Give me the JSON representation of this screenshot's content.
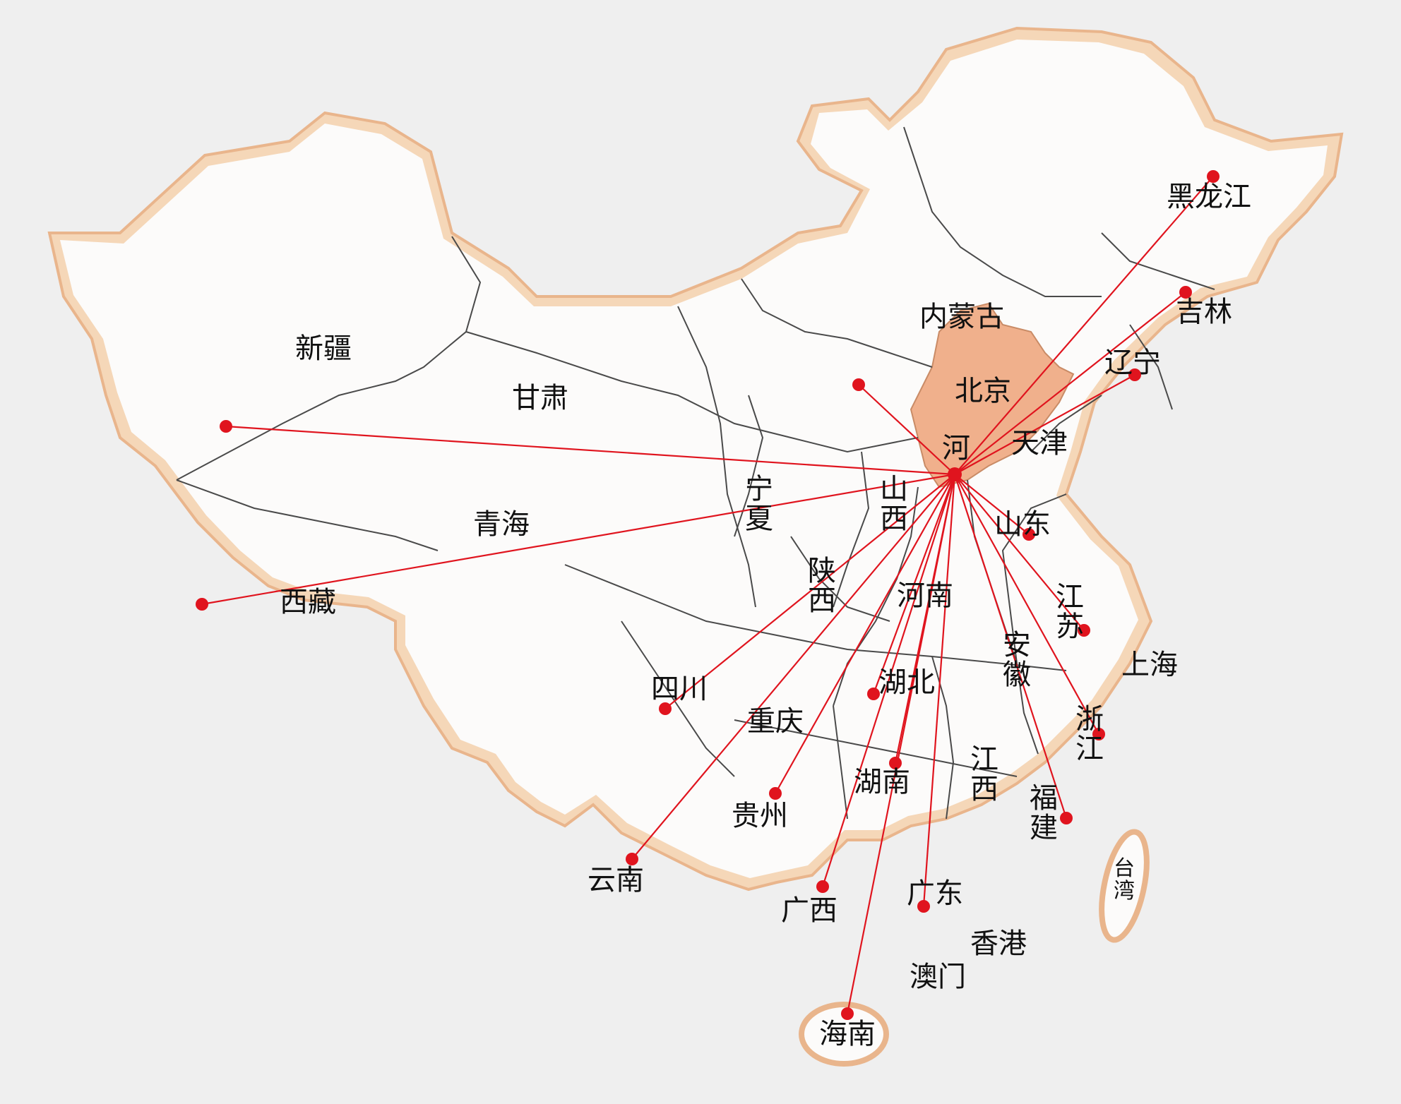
{
  "colors": {
    "border": "#e5b085",
    "land": "#fcfbfa",
    "hebei": "#f0b08c",
    "line": "#e0141e",
    "point": "#e0141e",
    "province_border": "#4a4a4a"
  },
  "hub": "河北",
  "destinations": [
    "新疆",
    "西藏",
    "内蒙古",
    "黑龙江",
    "吉林",
    "辽宁",
    "山东",
    "江苏",
    "浙江",
    "福建",
    "湖南",
    "湖北",
    "四川",
    "贵州",
    "云南",
    "广西",
    "广东",
    "海南"
  ],
  "labels": {
    "xinjiang": "新疆",
    "xizang": "西藏",
    "gansu": "甘肃",
    "qinghai": "青海",
    "ningxia": "宁夏",
    "shanxi": "山西",
    "shaanxi": "陕西",
    "neimenggu": "内蒙古",
    "heilongjiang": "黑龙江",
    "jilin": "吉林",
    "liaoning": "辽宁",
    "beijing": "北京",
    "tianjin": "天津",
    "hebei": "河",
    "shandong": "山东",
    "henan": "河南",
    "jiangsu": "江苏",
    "anhui": "安徽",
    "shanghai": "上海",
    "zhejiang": "浙江",
    "hubei": "湖北",
    "sichuan": "四川",
    "chongqing": "重庆",
    "hunan": "湖南",
    "jiangxi": "江西",
    "fujian": "福建",
    "guizhou": "贵州",
    "yunnan": "云南",
    "guangxi": "广西",
    "guangdong": "广东",
    "xianggang": "香港",
    "aomen": "澳门",
    "hainan": "海南",
    "taiwan": "台湾"
  }
}
